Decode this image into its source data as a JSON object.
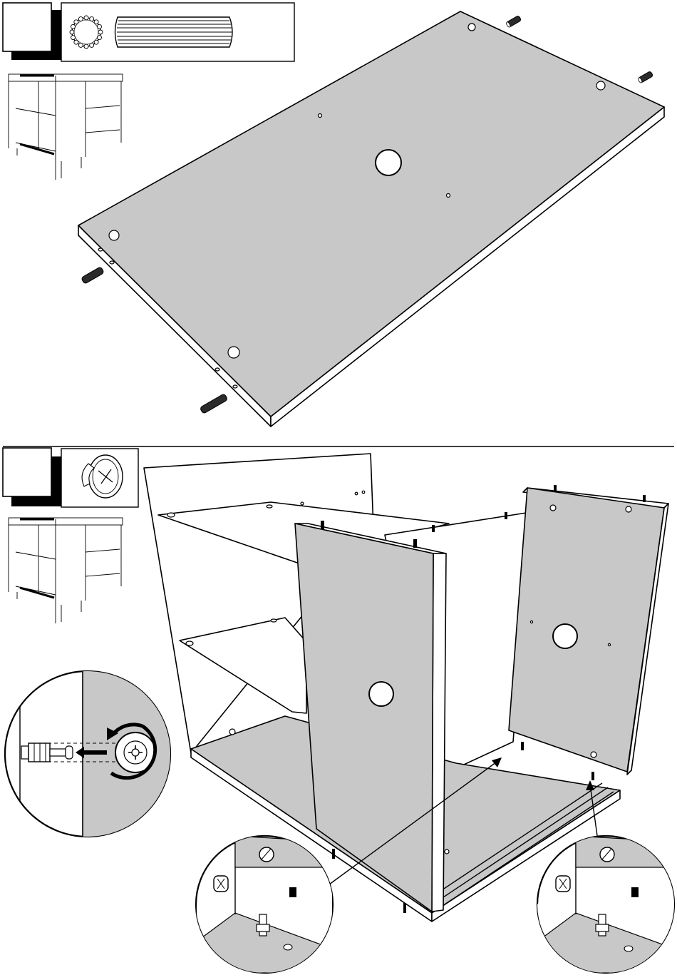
{
  "page": {
    "type": "assembly-instructions",
    "colors": {
      "panel_fill": "#c8c8c8",
      "outline": "#000000",
      "background": "#ffffff"
    }
  },
  "steps": [
    {
      "step_box_label": "",
      "parts_icons": [
        "cam-lock-disc-icon",
        "wooden-dowel-icon"
      ],
      "illustration": "dowels-into-side-panel"
    },
    {
      "step_box_label": "",
      "parts_icons": [
        "cam-lock-icon"
      ],
      "illustration": "side-panels-onto-base",
      "detail_callouts": [
        "cam-lock-rotation-detail",
        "cam-bolt-detail-left",
        "cam-bolt-detail-right"
      ]
    }
  ]
}
